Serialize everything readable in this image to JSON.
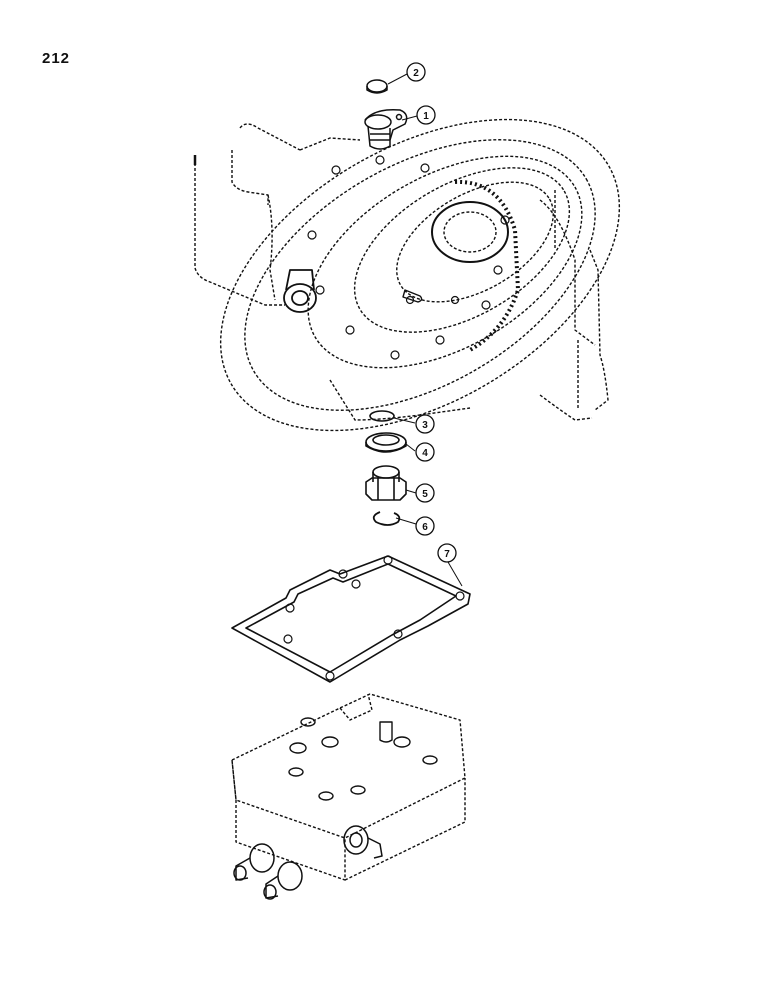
{
  "page": {
    "number": "212"
  },
  "callouts": [
    {
      "id": "callout-1",
      "label": "1"
    },
    {
      "id": "callout-2",
      "label": "2"
    },
    {
      "id": "callout-3",
      "label": "3"
    },
    {
      "id": "callout-4",
      "label": "4"
    },
    {
      "id": "callout-5",
      "label": "5"
    },
    {
      "id": "callout-6",
      "label": "6"
    },
    {
      "id": "callout-7",
      "label": "7"
    }
  ],
  "colors": {
    "ink": "#111111",
    "paper": "#ffffff"
  }
}
